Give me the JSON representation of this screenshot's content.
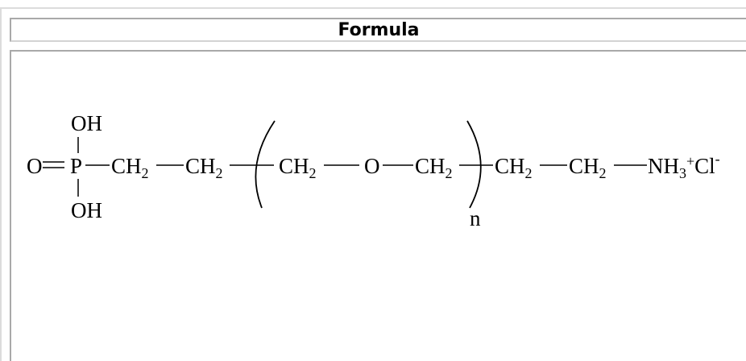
{
  "table": {
    "header": "Formula"
  },
  "formula": {
    "oh_top": "OH",
    "oh_bottom": "OH",
    "oxygen_double": "O",
    "phosphorus": "P",
    "ch": "CH",
    "sub2": "2",
    "ether_oxygen": "O",
    "repeat_index": "n",
    "nh": "NH",
    "sub3": "3",
    "plus": "+",
    "chlorine": "Cl",
    "minus": "-"
  }
}
